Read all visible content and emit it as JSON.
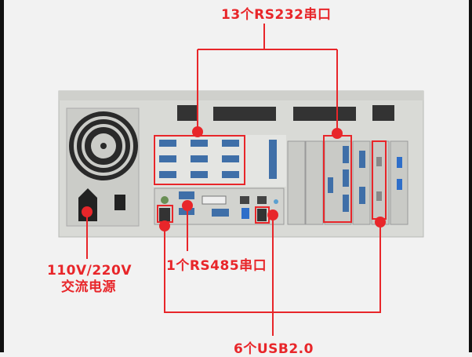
{
  "annotations": {
    "rs232": "13个RS232串口",
    "rs485": "1个RS485串口",
    "usb": "6个USB2.0",
    "power_line1": "110V/220V",
    "power_line2": "交流电源"
  },
  "colors": {
    "annotation": "#e8262a",
    "chassis": "#d9dad6",
    "background": "#f2f2f2",
    "port_blue": "#3f6fa8"
  }
}
